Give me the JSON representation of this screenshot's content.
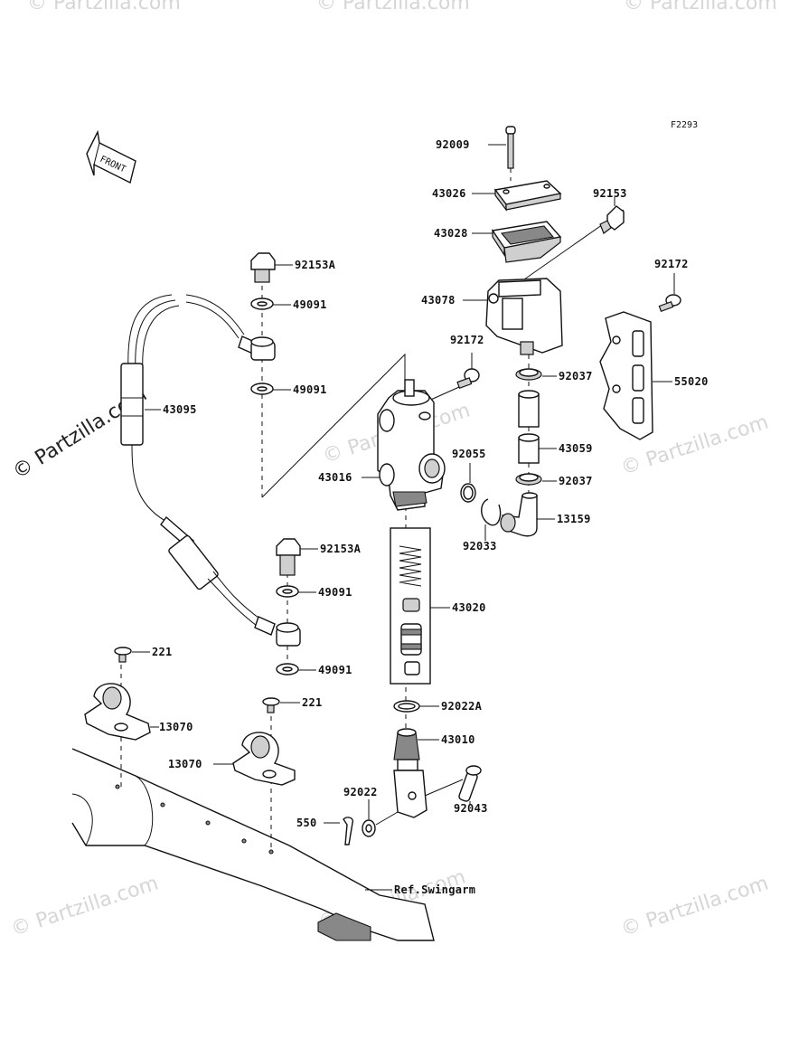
{
  "figure_code": "F2293",
  "front_label": "FRONT",
  "reference_label": "Ref.Swingarm",
  "watermark": "© Partzilla.com",
  "parts": {
    "p92009": "92009",
    "p43026": "43026",
    "p92153": "92153",
    "p43028": "43028",
    "p92172_top": "92172",
    "p43078": "43078",
    "p55020": "55020",
    "p92172": "92172",
    "p92037_a": "92037",
    "p43059": "43059",
    "p92055": "92055",
    "p92037_b": "92037",
    "p43016": "43016",
    "p13159": "13159",
    "p92033": "92033",
    "p43020": "43020",
    "p92022A": "92022A",
    "p43010": "43010",
    "p92022": "92022",
    "p92043": "92043",
    "p550": "550",
    "p92153A_top": "92153A",
    "p49091_a": "49091",
    "p49091_b": "49091",
    "p43095": "43095",
    "p92153A_bot": "92153A",
    "p49091_c": "49091",
    "p49091_d": "49091",
    "p221_a": "221",
    "p13070_a": "13070",
    "p221_b": "221",
    "p13070_b": "13070"
  }
}
